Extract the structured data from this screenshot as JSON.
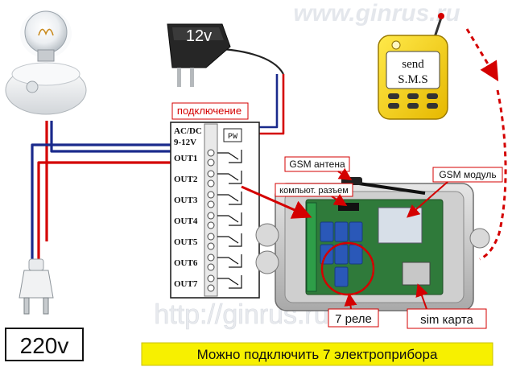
{
  "watermark": {
    "top": "www.ginrus.ru",
    "bottom": "http://ginrus.ru"
  },
  "adapter": {
    "label": "12v"
  },
  "phone": {
    "line1": "send",
    "line2": "S.M.S"
  },
  "terminal": {
    "header": "подключение",
    "power_line1": "AC/DC",
    "power_line2": "9-12V",
    "power_marker": "PW",
    "outputs": [
      "OUT1",
      "OUT2",
      "OUT3",
      "OUT4",
      "OUT5",
      "OUT6",
      "OUT7"
    ]
  },
  "callouts": {
    "gsm_antenna": "GSM антена",
    "gsm_module": "GSM модуль",
    "pc_connector": "компьют. разъем",
    "relays": "7 реле",
    "sim_card": "sim карта"
  },
  "voltage_label": "220v",
  "caption": "Можно подключить 7 электроприбора",
  "colors": {
    "wire_red": "#d40000",
    "wire_blue": "#1a2a8c",
    "caption_bg": "#f7f000",
    "board_green": "#2f7a3a",
    "relay_blue": "#2a58b8",
    "phone_yellow": "#f2d400"
  }
}
